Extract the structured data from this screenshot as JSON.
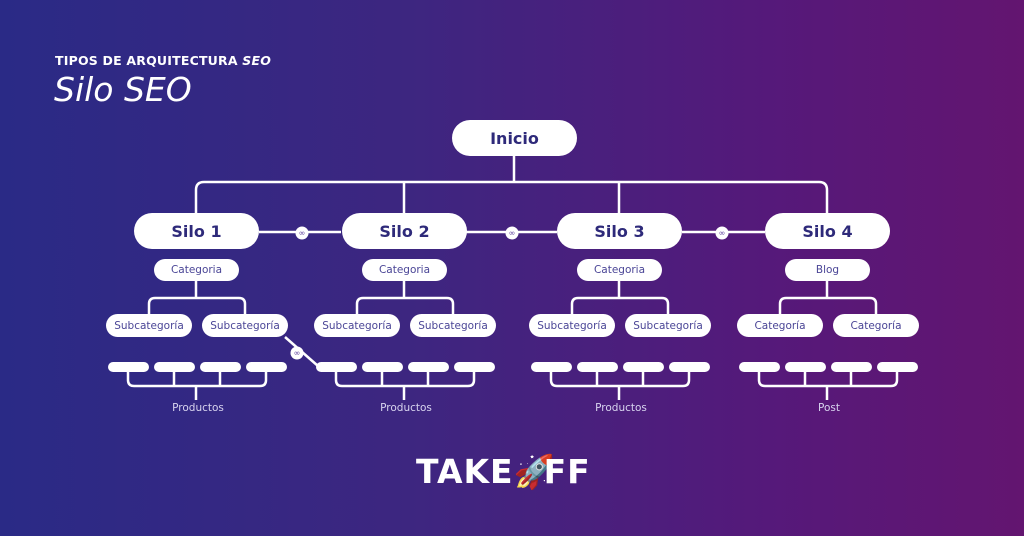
{
  "header": {
    "kicker": "TIPOS DE ARQUITECTURA",
    "kicker_em": "SEO",
    "title": "Silo SEO"
  },
  "root": "Inicio",
  "silos": [
    {
      "label": "Silo 1",
      "category": "Categoria",
      "subs": [
        "Subcategoría",
        "Subcategoría"
      ],
      "leaf_label": "Productos"
    },
    {
      "label": "Silo 2",
      "category": "Categoria",
      "subs": [
        "Subcategoría",
        "Subcategoría"
      ],
      "leaf_label": "Productos"
    },
    {
      "label": "Silo 3",
      "category": "Categoria",
      "subs": [
        "Subcategoría",
        "Subcategoría"
      ],
      "leaf_label": "Productos"
    },
    {
      "label": "Silo 4",
      "category": "Blog",
      "subs": [
        "Categoría",
        "Categoría"
      ],
      "leaf_label": "Post"
    }
  ],
  "icons": {
    "link": "link-icon",
    "logo": "rocket-icon"
  },
  "logo": {
    "left": "TAKE",
    "right": "FF"
  }
}
